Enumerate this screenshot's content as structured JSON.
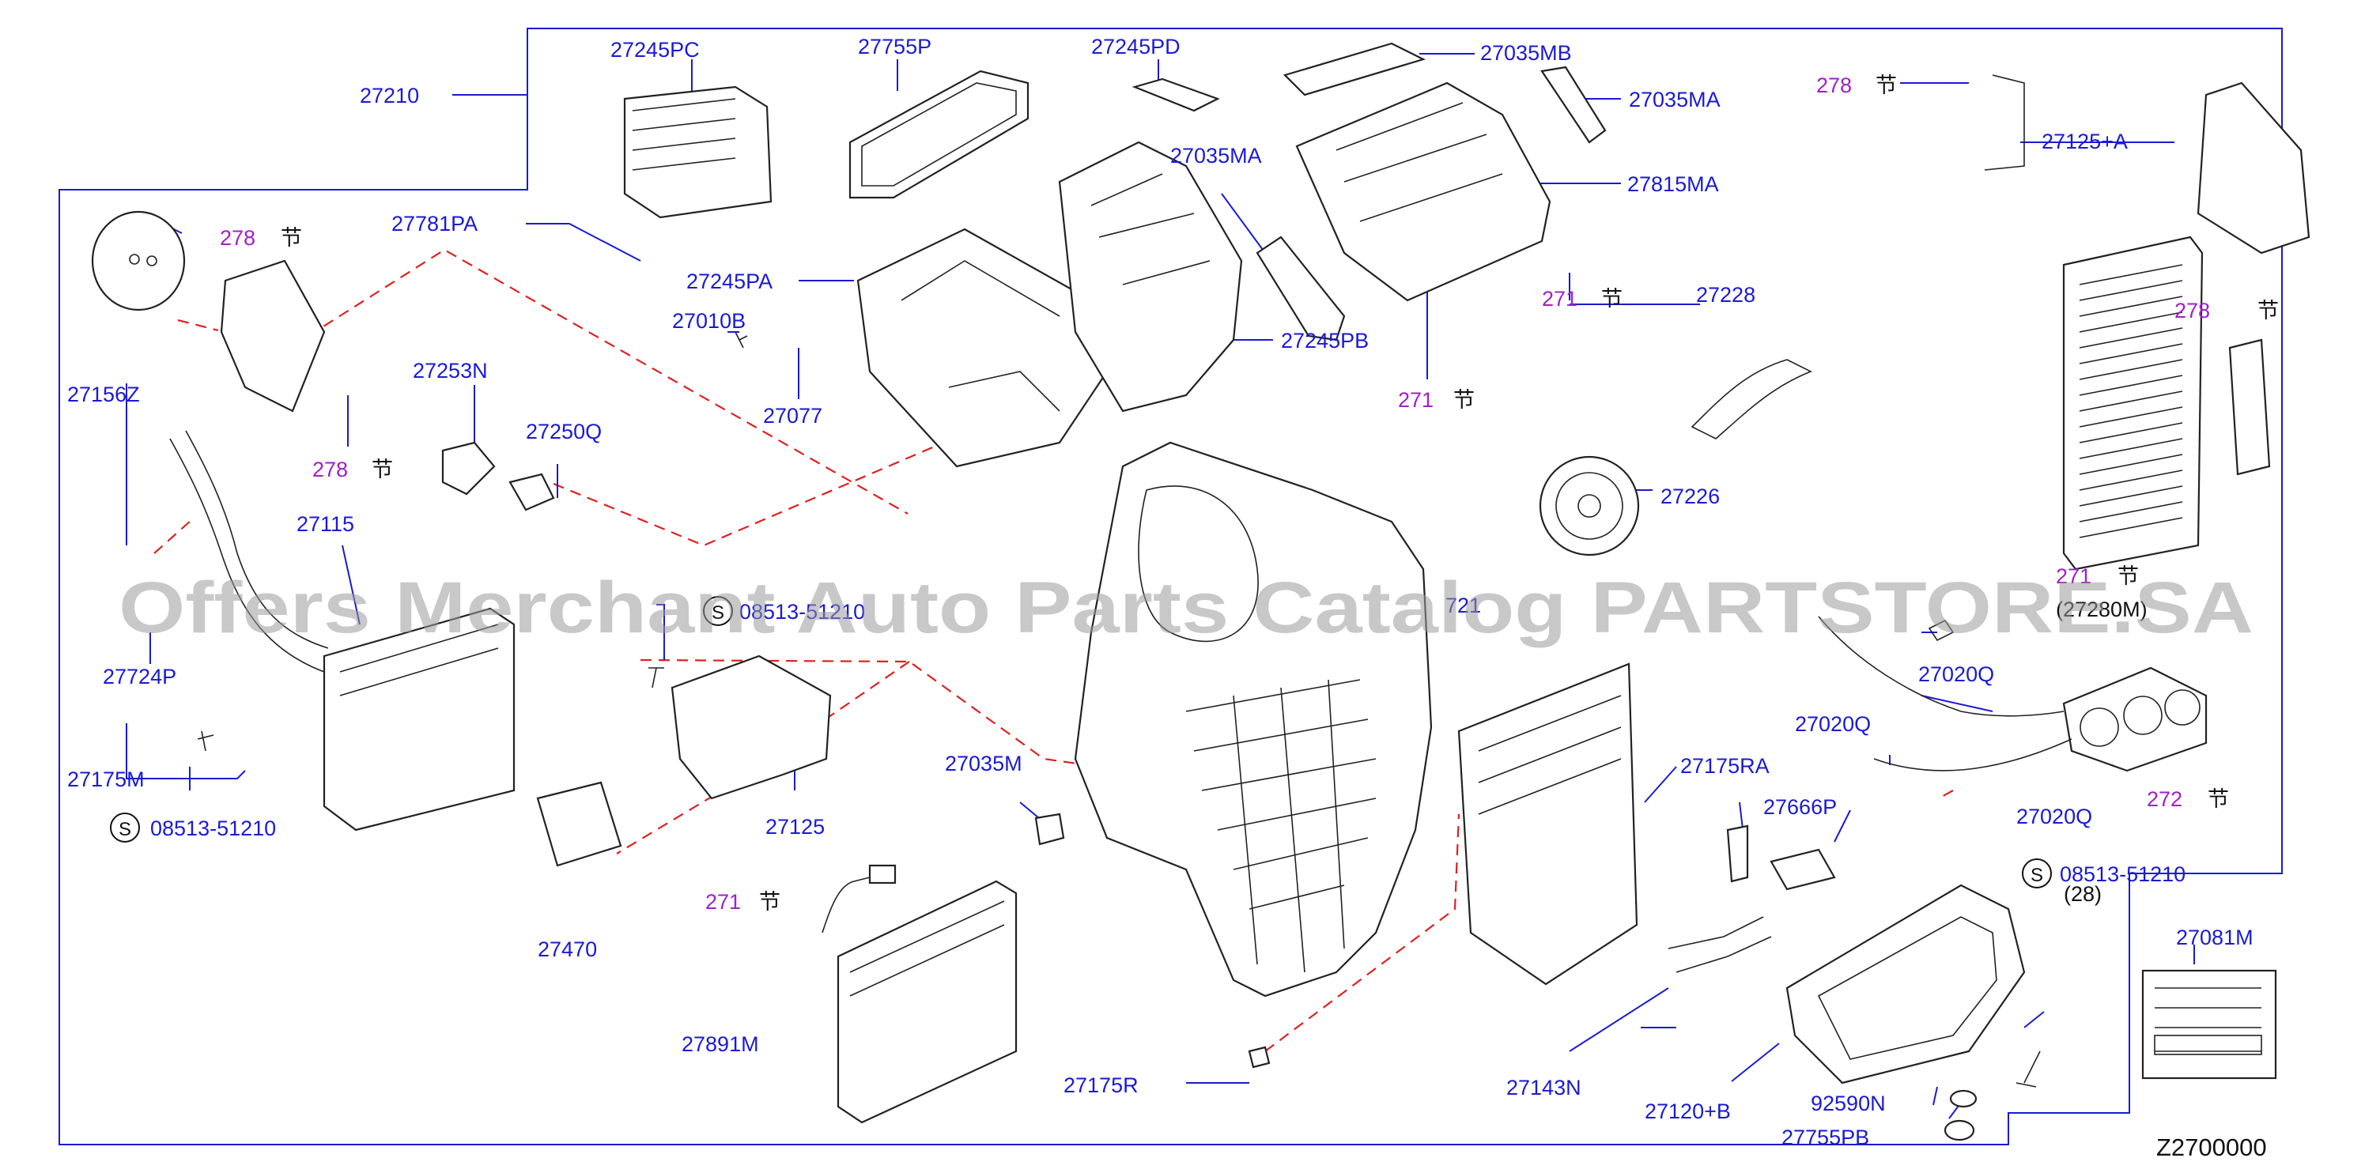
{
  "diagram_code": "Z2700000",
  "watermark": "Offers Merchant Auto Parts Catalog PARTSTORE.SA",
  "parts": {
    "p27210": "27210",
    "p27245PC": "27245PC",
    "p27755P": "27755P",
    "p27245PD": "27245PD",
    "p27035MB": "27035MB",
    "p27035MA_top": "27035MA",
    "p27035MA_mid": "27035MA",
    "p27815MA": "27815MA",
    "p27125A": "27125+A",
    "p27781PA": "27781PA",
    "p27245PA": "27245PA",
    "p27010B": "27010B",
    "p27077": "27077",
    "p27245PB": "27245PB",
    "p27228": "27228",
    "p27156Z": "27156Z",
    "p27253N": "27253N",
    "p27250Q": "27250Q",
    "p27226": "27226",
    "p27115": "27115",
    "p27724P": "27724P",
    "p27175M": "27175M",
    "p08513_left": "08513-51210",
    "p08513_mid": "08513-51210",
    "p08513_right": "08513-51210",
    "p27125": "27125",
    "p27470": "27470",
    "p27035M": "27035M",
    "p27020Q_a": "27020Q",
    "p27020Q_b": "27020Q",
    "p27020Q_c": "27020Q",
    "p27175RA": "27175RA",
    "p27666P": "27666P",
    "p27891M": "27891M",
    "p27175R": "27175R",
    "p27143N": "27143N",
    "p27120B": "27120+B",
    "p92590N": "92590N",
    "p27755PB": "27755PB",
    "p27081M": "27081M",
    "p27280M": "(27280M)",
    "p721": "721",
    "qty28": "(28)"
  },
  "refs": {
    "r278_a": "278",
    "r278_b": "278",
    "r278_c": "278",
    "r278_d": "278",
    "r271_a": "271",
    "r271_b": "271",
    "r271_c": "271",
    "r271_d": "271",
    "r272": "272",
    "sect": "节",
    "s_symbol": "S"
  },
  "colors": {
    "part_number": "#1a1ad6",
    "reference": "#a020c8",
    "dashed_line": "#e02020"
  }
}
